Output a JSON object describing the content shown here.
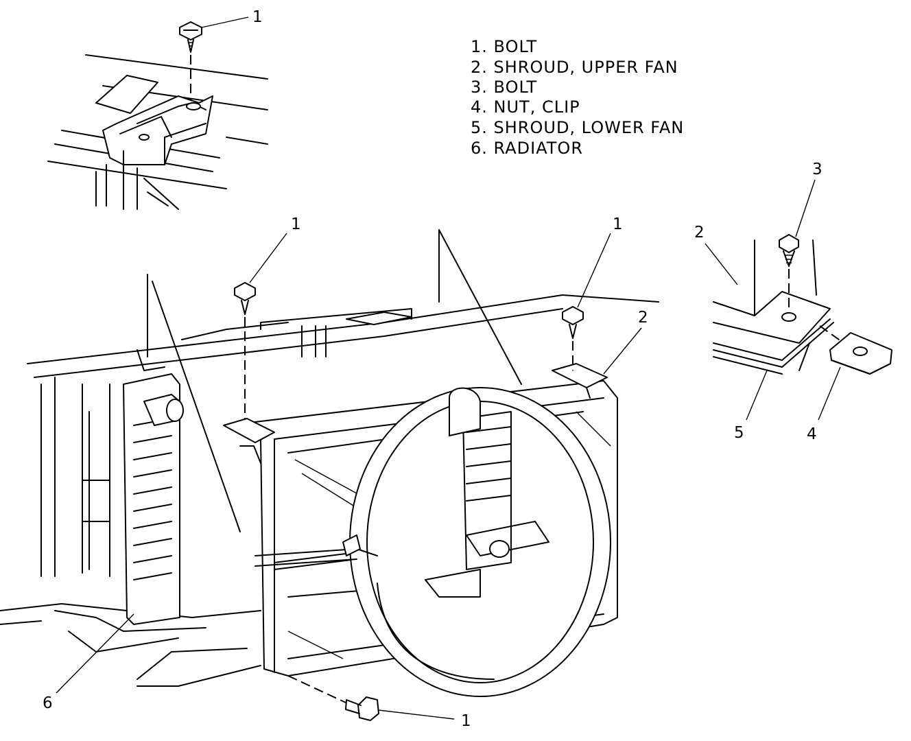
{
  "legend": {
    "items": [
      "1. BOLT",
      "2. SHROUD, UPPER FAN",
      "3. BOLT",
      "4. NUT, CLIP",
      "5. SHROUD, LOWER FAN",
      "6. RADIATOR"
    ]
  },
  "callouts": {
    "bolt_top_inset": "1",
    "bolt_left": "1",
    "bolt_right": "1",
    "bolt_bottom": "1",
    "shroud_upper_main": "2",
    "shroud_upper_detail": "2",
    "bolt_detail": "3",
    "nut_clip_detail": "4",
    "shroud_lower_detail": "5",
    "radiator": "6"
  }
}
